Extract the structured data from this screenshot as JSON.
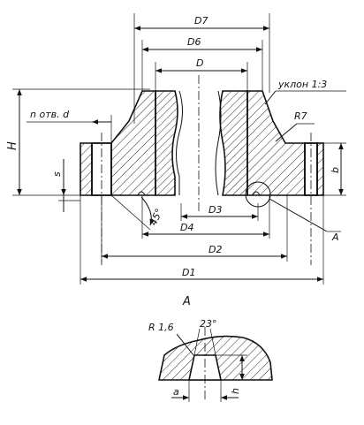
{
  "labels": {
    "d7": "D7",
    "d6": "D6",
    "d": "D",
    "slope": "уклон 1:3",
    "r7": "R7",
    "holes": "n отв. d",
    "h_height": "H",
    "s": "s",
    "b": "b",
    "angle45": "45°",
    "d3": "D3",
    "d4": "D4",
    "a_ref": "A",
    "d2": "D2",
    "d1": "D1",
    "detail_title": "A",
    "r16": "R 1,6",
    "angle23": "23°",
    "a_dim": "a",
    "h_dim": "h"
  }
}
